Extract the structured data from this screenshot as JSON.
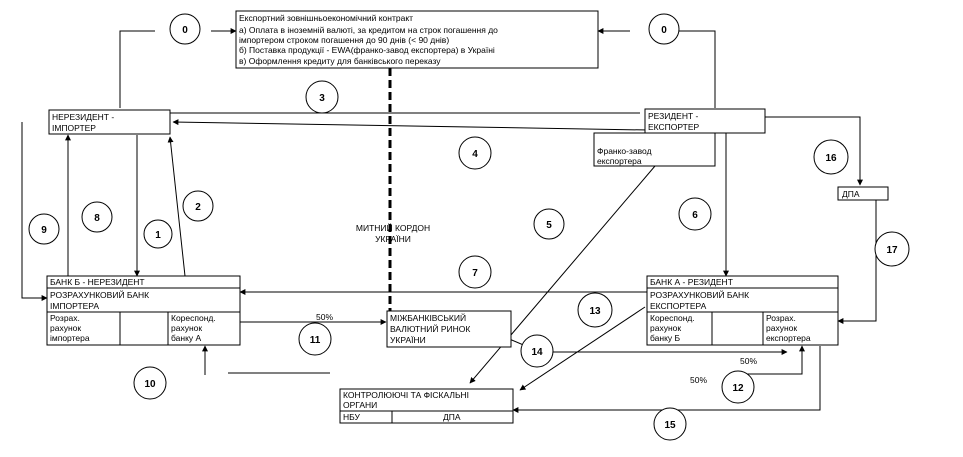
{
  "contract": {
    "title": "Експортний зовнішньоекономічний контракт",
    "lines": [
      "а) Оплата в іноземній валюті, за кредитом на строк погашення до",
      "   імпортером строком погашення до 90 днів (< 90 днів)",
      "б) Поставка продукції - EWA(франко-завод експортера) в Україні",
      "в) Оформлення кредиту для банківського переказу"
    ]
  },
  "importer": {
    "line1": "НЕРЕЗИДЕНТ -",
    "line2": "ІМПОРТЕР"
  },
  "exporter": {
    "line1": "РЕЗИДЕНТ -",
    "line2": "ЕКСПОРТЕР"
  },
  "franco": {
    "line1": "Франко-завод",
    "line2": "експортера"
  },
  "dpa_right": "ДПА",
  "customs": {
    "line1": "МИТНИЙ КОРДОН",
    "line2": "УКРАЇНИ"
  },
  "bank_b": {
    "header": "БАНК Б - НЕРЕЗИДЕНТ",
    "title1": "РОЗРАХУНКОВИЙ БАНК",
    "title2": "ІМПОРТЕРА",
    "cell1": [
      "Розрах.",
      "рахунок",
      "імпортера"
    ],
    "cell2": [
      "Кореспонд.",
      "рахунок",
      "банку А"
    ]
  },
  "bank_a": {
    "header": "БАНК А - РЕЗИДЕНТ",
    "title1": "РОЗРАХУНКОВИЙ БАНК",
    "title2": "ЕКСПОРТЕРА",
    "cell1": [
      "Кореспонд.",
      "рахунок",
      "банку Б"
    ],
    "cell2": [
      "Розрах.",
      "рахунок",
      "експортера"
    ]
  },
  "interbank": {
    "line1": "МІЖБАНКІВСЬКИЙ",
    "line2": "ВАЛЮТНИЙ РИНОК",
    "line3": "УКРАЇНИ"
  },
  "control": {
    "title1": "КОНТРОЛЮЮЧІ ТА ФІСКАЛЬНІ",
    "title2": "ОРГАНИ",
    "cell1": "НБУ",
    "cell2": "ДПА"
  },
  "percent": {
    "p50_left": "50%",
    "p50_mid": "50%",
    "p50_low": "50%"
  },
  "steps": [
    "0",
    "0",
    "1",
    "2",
    "3",
    "4",
    "5",
    "6",
    "7",
    "8",
    "9",
    "10",
    "11",
    "12",
    "13",
    "14",
    "15",
    "16",
    "17"
  ]
}
